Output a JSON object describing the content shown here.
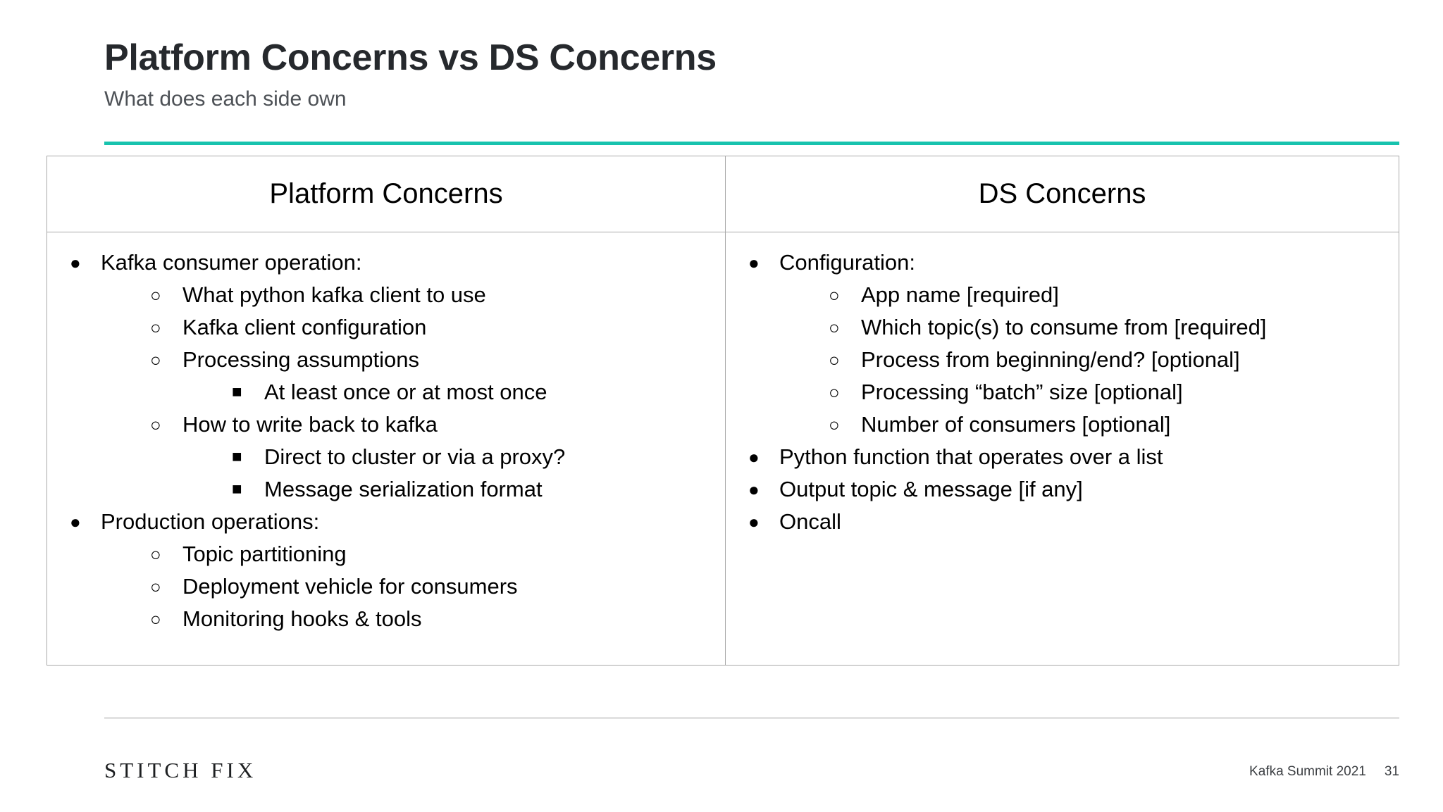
{
  "slide": {
    "title": "Platform Concerns vs DS Concerns",
    "subtitle": "What does each side own",
    "accent_color": "#18c3ae",
    "border_color": "#a9a9a9",
    "text_color": "#000000"
  },
  "table": {
    "headers": [
      "Platform Concerns",
      "DS Concerns"
    ],
    "left_column": [
      {
        "level": 1,
        "bullet": "disc",
        "text": "Kafka consumer operation:"
      },
      {
        "level": 2,
        "bullet": "circle",
        "text": "What python kafka client to use"
      },
      {
        "level": 2,
        "bullet": "circle",
        "text": "Kafka client configuration"
      },
      {
        "level": 2,
        "bullet": "circle",
        "text": "Processing assumptions"
      },
      {
        "level": 3,
        "bullet": "square",
        "text": "At least once or at most once"
      },
      {
        "level": 2,
        "bullet": "circle",
        "text": "How to write back to kafka"
      },
      {
        "level": 3,
        "bullet": "square",
        "text": "Direct to cluster or via a proxy?"
      },
      {
        "level": 3,
        "bullet": "square",
        "text": "Message serialization format"
      },
      {
        "level": 1,
        "bullet": "disc",
        "text": "Production operations:"
      },
      {
        "level": 2,
        "bullet": "circle",
        "text": "Topic partitioning"
      },
      {
        "level": 2,
        "bullet": "circle",
        "text": "Deployment vehicle for consumers"
      },
      {
        "level": 2,
        "bullet": "circle",
        "text": "Monitoring hooks & tools"
      }
    ],
    "right_column": [
      {
        "level": 1,
        "bullet": "disc",
        "text": "Configuration:"
      },
      {
        "level": 2,
        "bullet": "circle",
        "text": "App name [required]"
      },
      {
        "level": 2,
        "bullet": "circle",
        "text": "Which topic(s) to consume from [required]"
      },
      {
        "level": 2,
        "bullet": "circle",
        "text": "Process from beginning/end? [optional]"
      },
      {
        "level": 2,
        "bullet": "circle",
        "text": "Processing “batch” size [optional]"
      },
      {
        "level": 2,
        "bullet": "circle",
        "text": "Number of consumers [optional]"
      },
      {
        "level": 1,
        "bullet": "disc",
        "text": "Python function that operates over a list"
      },
      {
        "level": 1,
        "bullet": "disc",
        "text": "Output topic & message [if any]"
      },
      {
        "level": 1,
        "bullet": "disc",
        "text": "Oncall"
      }
    ]
  },
  "footer": {
    "logo": "STITCH FIX",
    "event": "Kafka Summit 2021",
    "page_number": "31"
  },
  "glyphs": {
    "disc": "●",
    "circle": "○",
    "square": "■"
  }
}
